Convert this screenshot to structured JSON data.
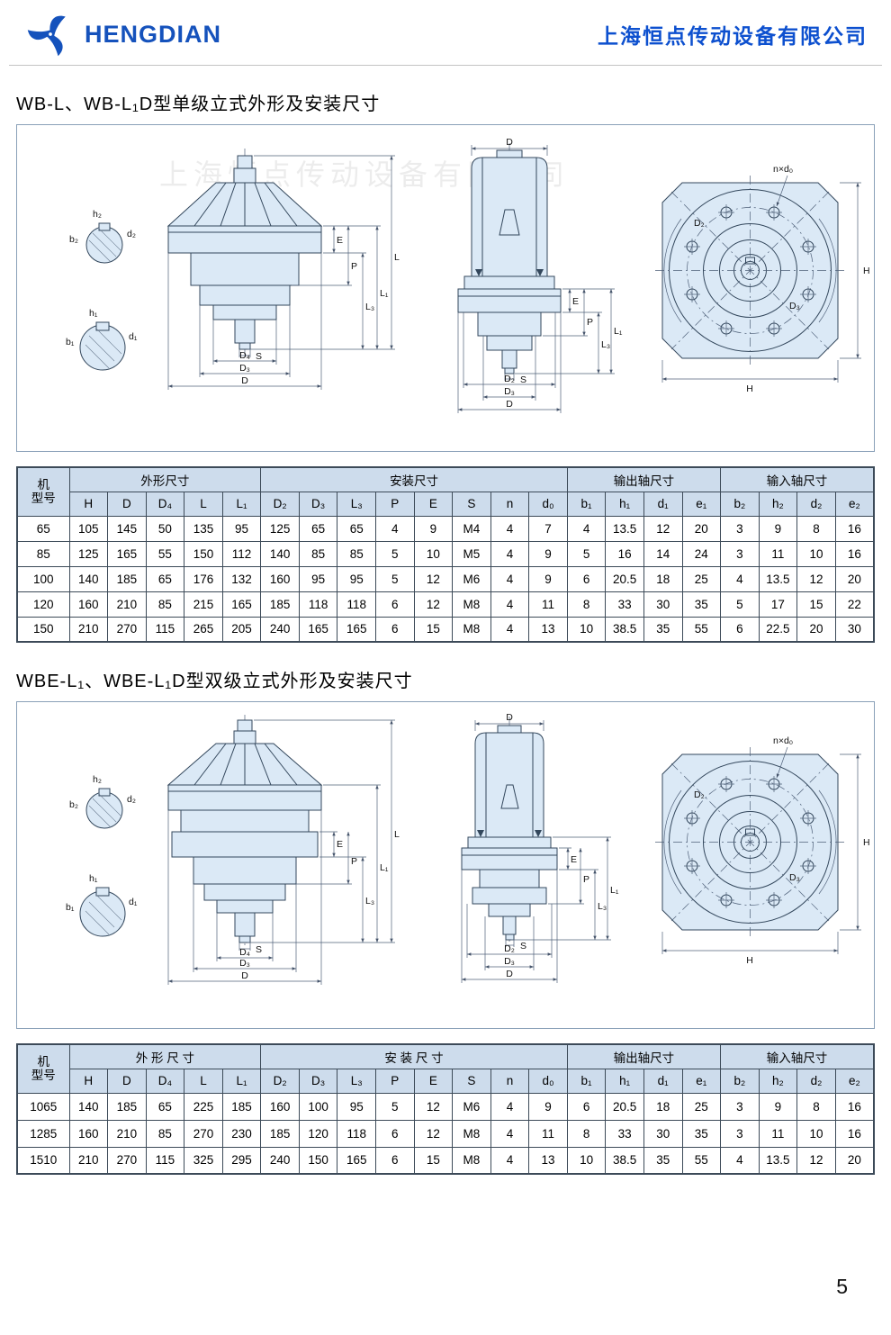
{
  "page": {
    "number": "5"
  },
  "header": {
    "brand": "HENGDIAN",
    "company": "上海恒点传动设备有限公司"
  },
  "watermark": "上海恒点传动设备有限公司",
  "sections": [
    {
      "title": "WB-L、WB-L₁D型单级立式外形及安装尺寸"
    },
    {
      "title": "WBE-L₁、WBE-L₁D型双级立式外形及安装尺寸"
    }
  ],
  "dims": {
    "D": "D",
    "D2": "D₂",
    "D3": "D₃",
    "D4": "D₄",
    "H": "H",
    "L": "L",
    "L1": "L₁",
    "L3": "L₃",
    "P": "P",
    "E": "E",
    "S": "S",
    "nxd0": "n×d₀",
    "b1": "b₁",
    "b2": "b₂",
    "h1": "h₁",
    "h2": "h₂",
    "d1": "d₁",
    "d2": "d₂"
  },
  "table1": {
    "model_header_top": "机",
    "model_header_bottom": "型号",
    "groups": [
      "外形尺寸",
      "安装尺寸",
      "输出轴尺寸",
      "输入轴尺寸"
    ],
    "columns": [
      "H",
      "D",
      "D₄",
      "L",
      "L₁",
      "D₂",
      "D₃",
      "L₃",
      "P",
      "E",
      "S",
      "n",
      "d₀",
      "b₁",
      "h₁",
      "d₁",
      "e₁",
      "b₂",
      "h₂",
      "d₂",
      "e₂"
    ],
    "rows": [
      [
        "65",
        "105",
        "145",
        "50",
        "135",
        "95",
        "125",
        "65",
        "65",
        "4",
        "9",
        "M4",
        "4",
        "7",
        "4",
        "13.5",
        "12",
        "20",
        "3",
        "9",
        "8",
        "16"
      ],
      [
        "85",
        "125",
        "165",
        "55",
        "150",
        "112",
        "140",
        "85",
        "85",
        "5",
        "10",
        "M5",
        "4",
        "9",
        "5",
        "16",
        "14",
        "24",
        "3",
        "11",
        "10",
        "16"
      ],
      [
        "100",
        "140",
        "185",
        "65",
        "176",
        "132",
        "160",
        "95",
        "95",
        "5",
        "12",
        "M6",
        "4",
        "9",
        "6",
        "20.5",
        "18",
        "25",
        "4",
        "13.5",
        "12",
        "20"
      ],
      [
        "120",
        "160",
        "210",
        "85",
        "215",
        "165",
        "185",
        "118",
        "118",
        "6",
        "12",
        "M8",
        "4",
        "11",
        "8",
        "33",
        "30",
        "35",
        "5",
        "17",
        "15",
        "22"
      ],
      [
        "150",
        "210",
        "270",
        "115",
        "265",
        "205",
        "240",
        "165",
        "165",
        "6",
        "15",
        "M8",
        "4",
        "13",
        "10",
        "38.5",
        "35",
        "55",
        "6",
        "22.5",
        "20",
        "30"
      ]
    ]
  },
  "table2": {
    "model_header_top": "机",
    "model_header_bottom": "型号",
    "groups": [
      "外  形  尺  寸",
      "安  装  尺  寸",
      "输出轴尺寸",
      "输入轴尺寸"
    ],
    "columns": [
      "H",
      "D",
      "D₄",
      "L",
      "L₁",
      "D₂",
      "D₃",
      "L₃",
      "P",
      "E",
      "S",
      "n",
      "d₀",
      "b₁",
      "h₁",
      "d₁",
      "e₁",
      "b₂",
      "h₂",
      "d₂",
      "e₂"
    ],
    "rows": [
      [
        "1065",
        "140",
        "185",
        "65",
        "225",
        "185",
        "160",
        "100",
        "95",
        "5",
        "12",
        "M6",
        "4",
        "9",
        "6",
        "20.5",
        "18",
        "25",
        "3",
        "9",
        "8",
        "16"
      ],
      [
        "1285",
        "160",
        "210",
        "85",
        "270",
        "230",
        "185",
        "120",
        "118",
        "6",
        "12",
        "M8",
        "4",
        "11",
        "8",
        "33",
        "30",
        "35",
        "3",
        "11",
        "10",
        "16"
      ],
      [
        "1510",
        "210",
        "270",
        "115",
        "325",
        "295",
        "240",
        "150",
        "165",
        "6",
        "15",
        "M8",
        "4",
        "13",
        "10",
        "38.5",
        "35",
        "55",
        "4",
        "13.5",
        "12",
        "20"
      ]
    ]
  }
}
